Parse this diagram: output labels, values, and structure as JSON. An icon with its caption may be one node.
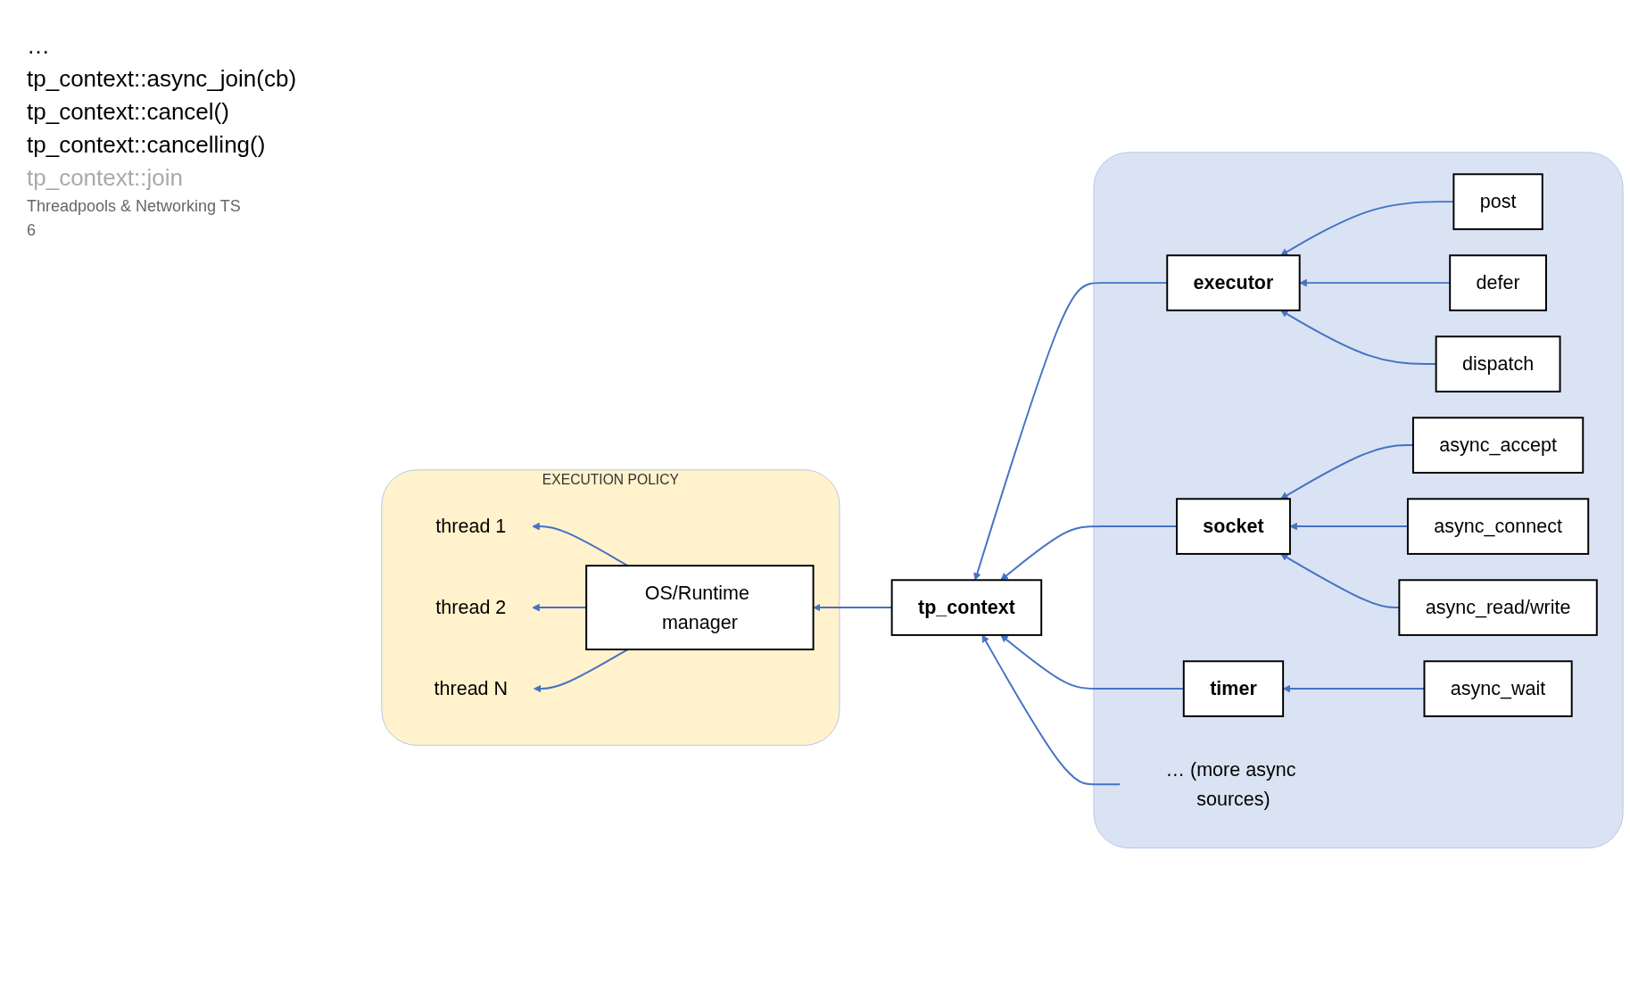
{
  "diagram": {
    "nodes": [
      {
        "text": [
          "EXECUTION POLICY"
        ]
      },
      {
        "text": [
          "OS/Runtime manager"
        ],
        "in": 0
      },
      {
        "text": [
          "thread 1"
        ],
        "in": 0
      },
      {
        "text": [
          "thread 2"
        ],
        "in": 0
      },
      {
        "text": [
          "thread N"
        ],
        "in": 0
      },
      {
        "text": [
          "tp_context"
        ]
      },
      {
        "text": [],
        "shape": "box"
      },
      {
        "text": [
          "post"
        ],
        "in": 6
      },
      {
        "text": [
          "defer"
        ],
        "in": 6
      },
      {
        "text": [
          "executor"
        ],
        "in": 6
      },
      {
        "text": [
          "dispatch"
        ],
        "in": 6
      },
      {
        "text": [
          "socket"
        ],
        "in": 6
      },
      {
        "text": [
          "async_accept"
        ],
        "in": 6
      },
      {
        "text": [
          "async_connect"
        ],
        "in": 6
      },
      {
        "text": [
          "async_read/write"
        ],
        "in": 6
      },
      {
        "text": [
          "timer"
        ],
        "in": 6
      },
      {
        "text": [
          "async_wait"
        ],
        "in": 6
      },
      {
        "text": [
          "… (more async sources)"
        ],
        "in": 6
      }
    ],
    "edges": [
      {
        "from": 5,
        "to": 1,
        "arrow": "to"
      },
      {
        "from": 1,
        "to": 2,
        "arrow": "to"
      },
      {
        "from": 1,
        "to": 3,
        "arrow": "to"
      },
      {
        "from": 1,
        "to": 4,
        "arrow": "to"
      },
      {
        "from": 9,
        "to": 5,
        "arrow": "to"
      },
      {
        "from": 7,
        "to": 9,
        "arrow": "to"
      },
      {
        "from": 8,
        "to": 9,
        "arrow": "to"
      },
      {
        "from": 10,
        "to": 9,
        "arrow": "to"
      },
      {
        "from": 11,
        "to": 5,
        "arrow": "to"
      },
      {
        "from": 12,
        "to": 11,
        "arrow": "to"
      },
      {
        "from": 13,
        "to": 11,
        "arrow": "to"
      },
      {
        "from": 14,
        "to": 11,
        "arrow": "to"
      },
      {
        "from": 15,
        "to": 5,
        "arrow": "to"
      },
      {
        "from": 16,
        "to": 15,
        "arrow": "to"
      },
      {
        "from": 17,
        "to": 5,
        "arrow": "to"
      }
    ],
    "labels": [
      "…",
      "tp_context::async_join(cb)",
      "tp_context::cancel()",
      "tp_context::cancelling()",
      "tp_context::join",
      "Threadpools & Networking TS",
      "6"
    ]
  }
}
